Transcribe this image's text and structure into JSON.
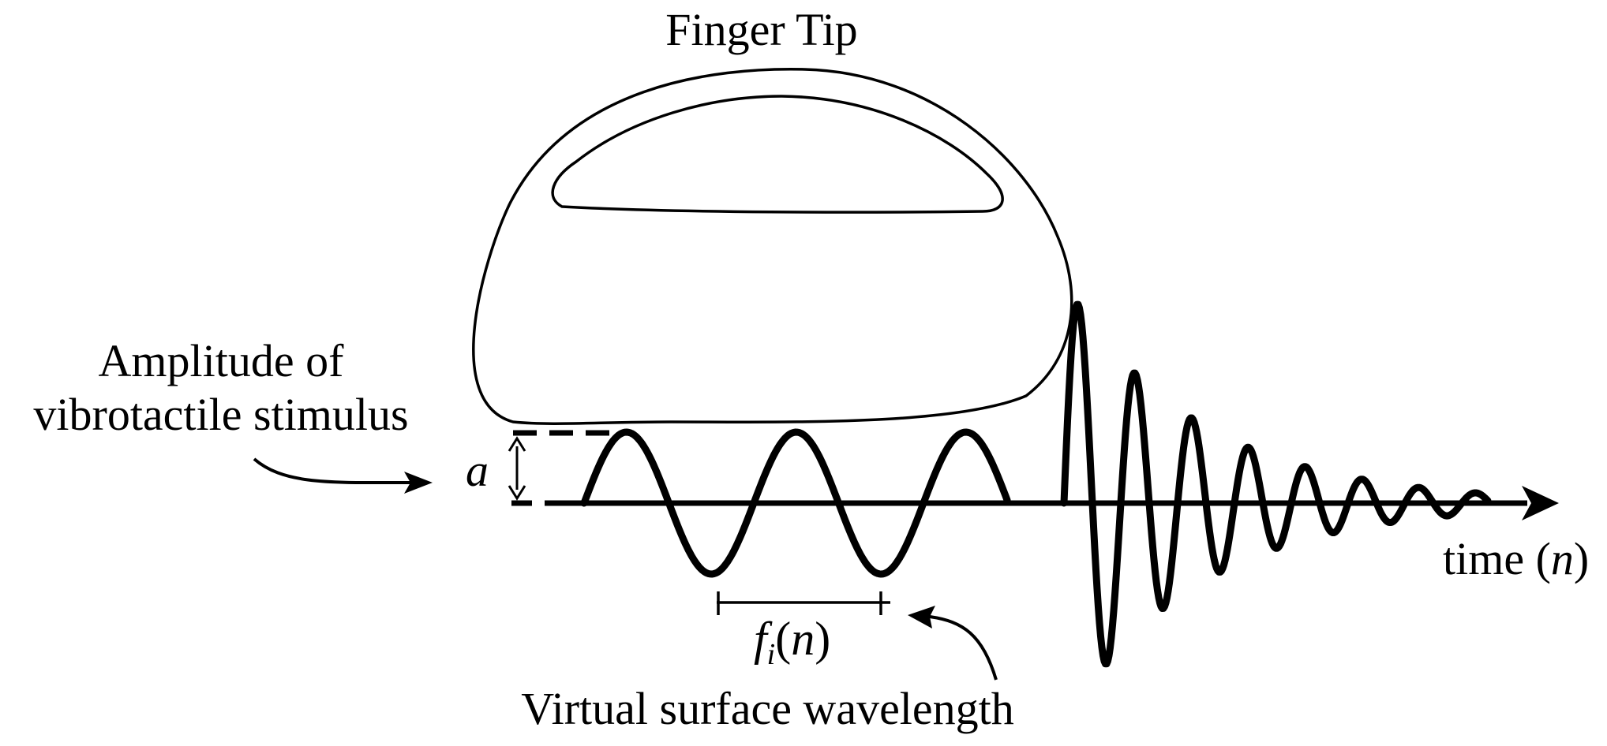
{
  "title": "Finger Tip",
  "amplitude_label": {
    "line1": "Amplitude of",
    "line2": "vibrotactile stimulus"
  },
  "amplitude_symbol": "a",
  "time_axis": {
    "word": "time",
    "open": " (",
    "var": "n",
    "close": ")"
  },
  "wavelength_symbol": {
    "f": "f",
    "sub": "i",
    "open": "(",
    "var": "n",
    "close": ")"
  },
  "wavelength_label": "Virtual surface wavelength",
  "stroke_color": "#000000"
}
